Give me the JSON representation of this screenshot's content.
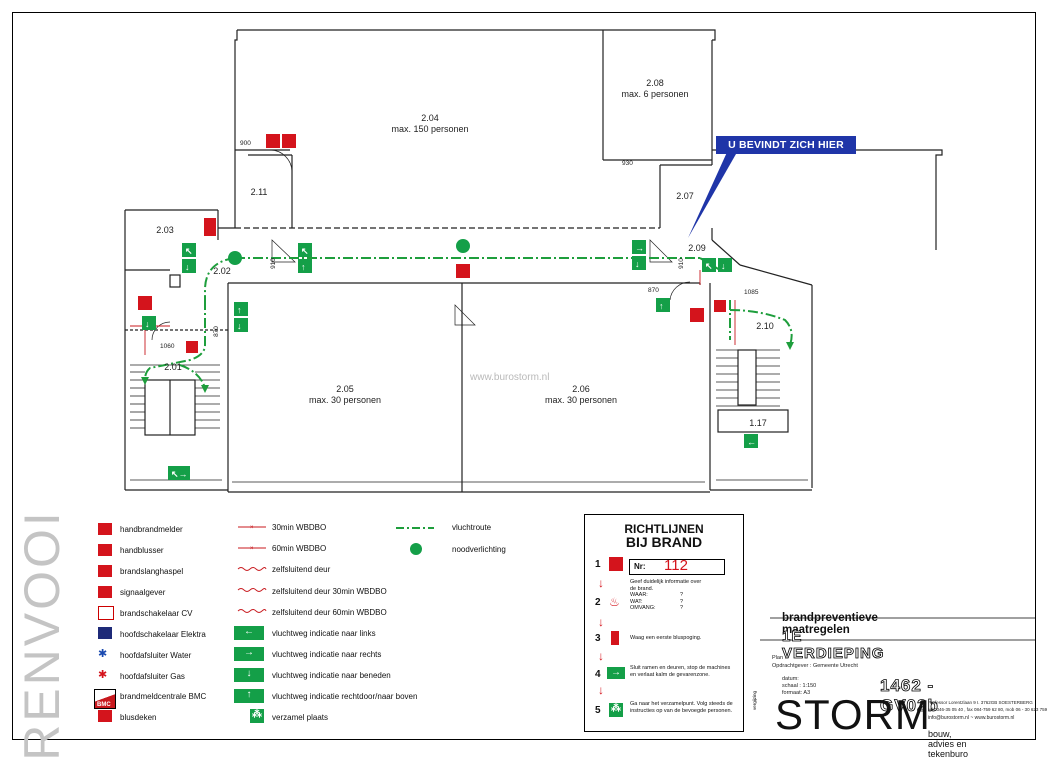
{
  "plan": {
    "rooms": [
      {
        "id": "2.04",
        "label": "2.04",
        "capacity": "max. 150 personen"
      },
      {
        "id": "2.08",
        "label": "2.08",
        "capacity": "max. 6 personen"
      },
      {
        "id": "2.11",
        "label": "2.11",
        "capacity": ""
      },
      {
        "id": "2.07",
        "label": "2.07",
        "capacity": ""
      },
      {
        "id": "2.03",
        "label": "2.03",
        "capacity": ""
      },
      {
        "id": "2.02",
        "label": "2.02",
        "capacity": ""
      },
      {
        "id": "2.09",
        "label": "2.09",
        "capacity": ""
      },
      {
        "id": "2.01",
        "label": "2.01",
        "capacity": ""
      },
      {
        "id": "2.05",
        "label": "2.05",
        "capacity": "max. 30 personen"
      },
      {
        "id": "2.06",
        "label": "2.06",
        "capacity": "max. 30 personen"
      },
      {
        "id": "2.10",
        "label": "2.10",
        "capacity": ""
      },
      {
        "id": "1.17",
        "label": "1.17",
        "capacity": ""
      }
    ],
    "door_widths": [
      "900",
      "930",
      "910",
      "910",
      "870",
      "870",
      "1085",
      "1060"
    ],
    "you_are_here": "U BEVINDT ZICH HIER",
    "watermark": "www.burostorm.nl",
    "colors": {
      "escape_route": "#1e9e3c",
      "sign_red": "#d4141c",
      "sign_green": "#149f48",
      "callout_blue": "#1f35a8"
    }
  },
  "legend": {
    "heading": "RENVOOI",
    "items_col1": [
      {
        "icon": "handbrandmelder-icon",
        "label": "handbrandmelder"
      },
      {
        "icon": "handblusser-icon",
        "label": "handblusser"
      },
      {
        "icon": "brandslanghaspel-icon",
        "label": "brandslanghaspel"
      },
      {
        "icon": "signaalgever-icon",
        "label": "signaalgever"
      },
      {
        "icon": "brandschakelaar-cv-icon",
        "label": "brandschakelaar CV"
      },
      {
        "icon": "hoofdschakelaar-elektra-icon",
        "label": "hoofdschakelaar Elektra"
      },
      {
        "icon": "hoofdafsluiter-water-icon",
        "label": "hoofdafsluiter Water"
      },
      {
        "icon": "hoofdafsluiter-gas-icon",
        "label": "hoofdafsluiter Gas"
      },
      {
        "icon": "brandmeldcentrale-bmc-icon",
        "label": "brandmeldcentrale BMC"
      },
      {
        "icon": "blusdeken-icon",
        "label": "blusdeken"
      }
    ],
    "bmc_tag": "BMC",
    "items_col2": [
      {
        "icon": "wbdbo-30-line",
        "label": "30min WBDBO"
      },
      {
        "icon": "wbdbo-60-line",
        "label": "60min WBDBO"
      },
      {
        "icon": "zelfsluitend-deur-line",
        "label": "zelfsluitend deur"
      },
      {
        "icon": "zelfsluitend-deur-30-line",
        "label": "zelfsluitend deur 30min WBDBO"
      },
      {
        "icon": "zelfsluitend-deur-60-line",
        "label": "zelfsluitend deur 60min WBDBO"
      },
      {
        "icon": "arrow-left-icon",
        "label": "vluchtweg indicatie naar links"
      },
      {
        "icon": "arrow-right-icon",
        "label": "vluchtweg indicatie naar rechts"
      },
      {
        "icon": "arrow-down-icon",
        "label": "vluchtweg indicatie naar beneden"
      },
      {
        "icon": "arrow-up-icon",
        "label": "vluchtweg indicatie rechtdoor/naar boven"
      },
      {
        "icon": "verzamel-plaats-icon",
        "label": "verzamel plaats"
      }
    ],
    "items_col3": [
      {
        "icon": "vluchtroute-line",
        "label": "vluchtroute"
      },
      {
        "icon": "noodverlichting-icon",
        "label": "noodverlichting"
      }
    ]
  },
  "richtlijnen": {
    "title_line1": "RICHTLIJNEN",
    "title_line2": "BIJ BRAND",
    "nr_label": "Nr:",
    "nr_value": "112",
    "steps": [
      {
        "num": "1",
        "text": ""
      },
      {
        "num": "2",
        "text": "Geef duidelijk informatie over de brand. WAAR: ? WAT: ? OMVANG: ?"
      },
      {
        "num": "3",
        "text": "Waag een eerste bluspoging."
      },
      {
        "num": "4",
        "text": "Sluit ramen en deuren, stop de machines en verlaat kalm de gevarenzone."
      },
      {
        "num": "5",
        "text": "Ga naar het verzamelpunt. Volg steeds de instructies op van de bevoegde personen."
      }
    ],
    "info_line1": "Geef duidelijk informatie over",
    "info_line2": "de brand.",
    "waar": "WAAR:",
    "wat": "WAT:",
    "omvang": "OMVANG:",
    "q": "?",
    "side_label": "vergijzing"
  },
  "title_block": {
    "title": "brandpreventieve maatregelen",
    "floor": "1E VERDIEPING",
    "plan_label": "Plan :",
    "client": "Opdrachtgever : Gemeente Utrecht",
    "datum": "datum:",
    "schaal": "schaal :   1:150",
    "formaat": "formaat:  A3",
    "drawing_no": "1462 - GV02b",
    "company": "STORM",
    "company_sub": "bouw, advies en tekenburo",
    "address": "Professor Lorentzlaan 9 I. 3762GB SOESTERBERG",
    "phone": "tel 0346-35 05 40 , fax 084-759 62 80, mob 06 - 30 623 759",
    "web": "info@burostorm.nl  ~  www.burostorm.nl"
  }
}
